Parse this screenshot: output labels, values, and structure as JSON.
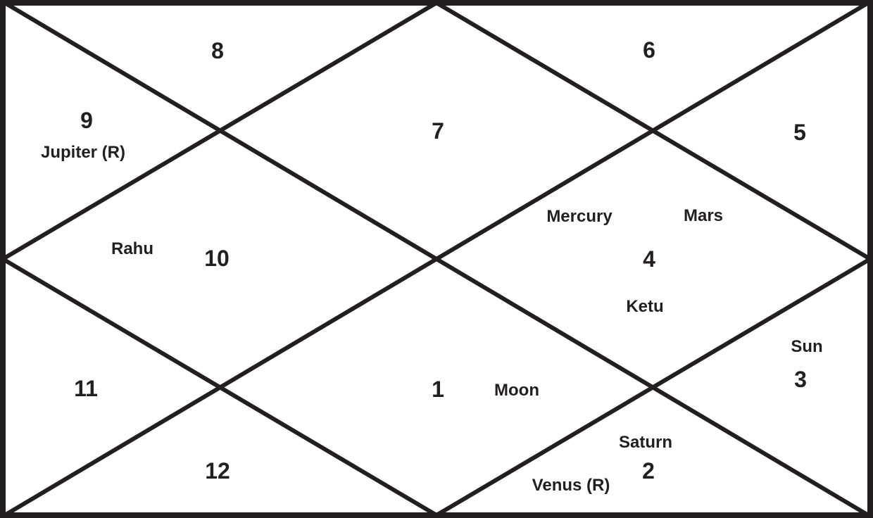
{
  "chart": {
    "style": "north-indian-kundali",
    "colors": {
      "line": "#231f20",
      "text": "#231f20",
      "background": "#ffffff"
    }
  },
  "houses": [
    {
      "number": "1",
      "planets": [
        "Moon"
      ]
    },
    {
      "number": "2",
      "planets": [
        "Saturn",
        "Venus (R)"
      ]
    },
    {
      "number": "3",
      "planets": [
        "Sun"
      ]
    },
    {
      "number": "4",
      "planets": [
        "Mercury",
        "Mars",
        "Ketu"
      ]
    },
    {
      "number": "5",
      "planets": []
    },
    {
      "number": "6",
      "planets": []
    },
    {
      "number": "7",
      "planets": []
    },
    {
      "number": "8",
      "planets": []
    },
    {
      "number": "9",
      "planets": [
        "Jupiter (R)"
      ]
    },
    {
      "number": "10",
      "planets": [
        "Rahu"
      ]
    },
    {
      "number": "11",
      "planets": []
    },
    {
      "number": "12",
      "planets": []
    }
  ]
}
